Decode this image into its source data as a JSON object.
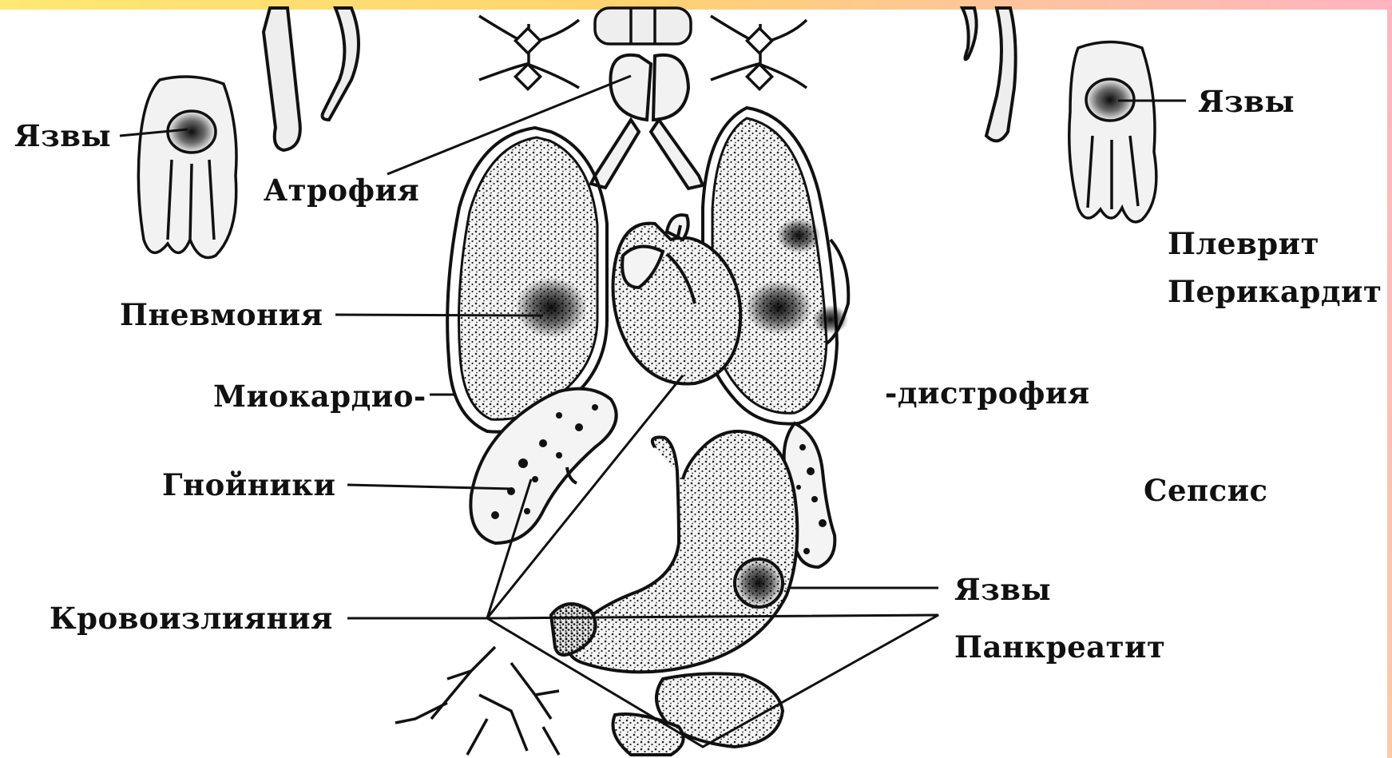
{
  "labels": {
    "ulcers_left": "Язвы",
    "atrophy": "Атрофия",
    "ulcers_right": "Язвы",
    "pleurisy": "Плеврит",
    "pericarditis": "Перикардит",
    "pneumonia": "Пневмония",
    "myocardio": "Миокардио-",
    "dystrophy": "-дистрофия",
    "abscesses": "Гнойники",
    "sepsis": "Сепсис",
    "hemorrhages": "Кровоизлияния",
    "ulcers_stomach": "Язвы",
    "pancreatitis": "Панкреатит"
  },
  "colors": {
    "ink": "#111111",
    "organ_fill": "#f2f2f2",
    "top_strip_start": "#ffe873",
    "top_strip_end": "#ffb4c0"
  }
}
